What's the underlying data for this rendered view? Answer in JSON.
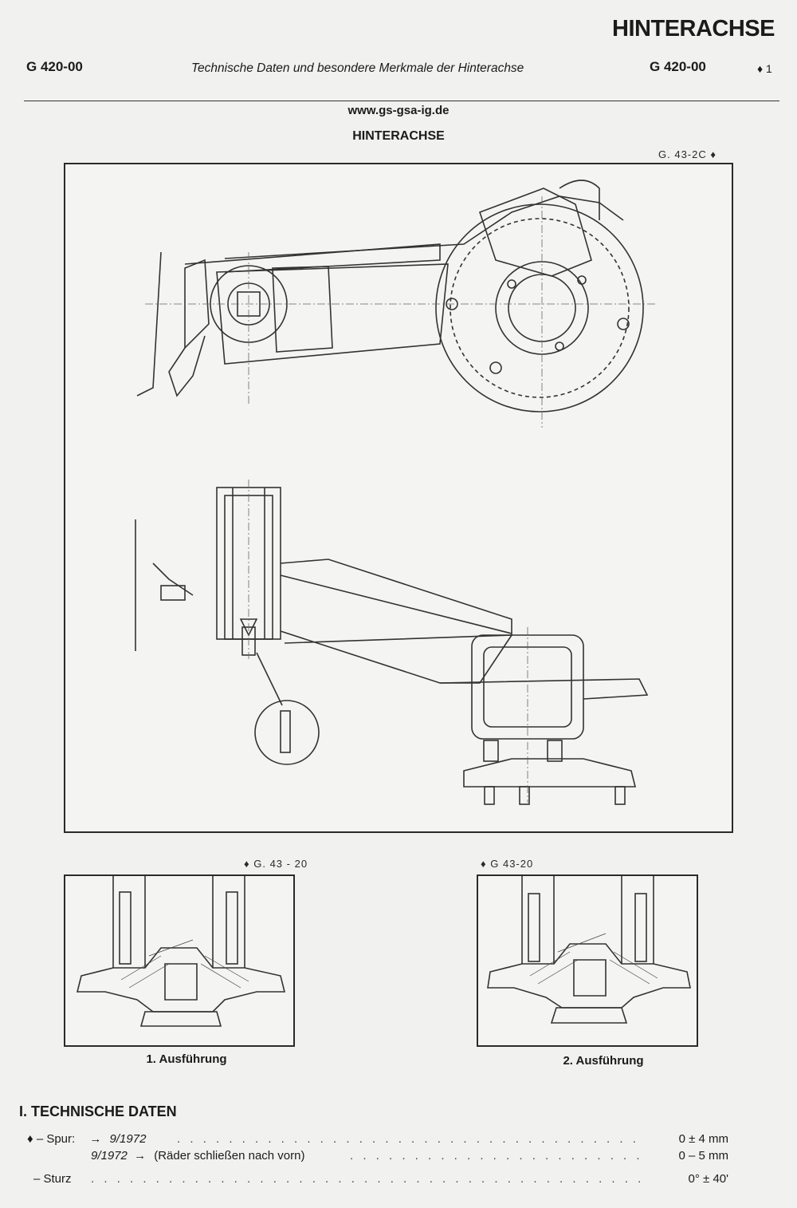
{
  "header": {
    "title": "HINTERACHSE",
    "code_left": "G 420-00",
    "subtitle": "Technische Daten und besondere Merkmale der Hinterachse",
    "code_right": "G 420-00",
    "page_mark": "♦ 1"
  },
  "website": "www.gs-gsa-ig.de",
  "section_caption": "HINTERACHSE",
  "figures": {
    "main_ref": "G. 43-2C ♦",
    "left_ref": "♦ G. 43 - 20",
    "right_ref": "♦ G 43-20",
    "left_caption": "1. Ausführung",
    "right_caption": "2. Ausführung"
  },
  "technical": {
    "heading": "I. TECHNISCHE DATEN",
    "rows": [
      {
        "marker": "♦",
        "label": "–  Spur:",
        "arrow": "→",
        "detail": "9/1972",
        "dots": ". . . . . . . . . . . . . . . . . . . . . . . . . . . . . . . . . . . . . . . . . . . . . . . . . . . . . . . . .",
        "value": "0 ± 4 mm"
      },
      {
        "label": "9/1972",
        "arrow": "→",
        "detail": "(Räder schließen nach vorn)",
        "dots": ". . . . . . . . . . . . . . . . . . . . . . . . . . . . . . . . . . . . . . . . . .",
        "value": "0 – 5 mm"
      },
      {
        "label": "–  Sturz",
        "dots": ". . . . . . . . . . . . . . . . . . . . . . . . . . . . . . . . . . . . . . . . . . . . . . . . . . . . . . . . . . . . . . . . . . . . . . . . . . . . . . . . . . . . . . . . . . . .",
        "value": "0° ± 40'"
      }
    ]
  }
}
